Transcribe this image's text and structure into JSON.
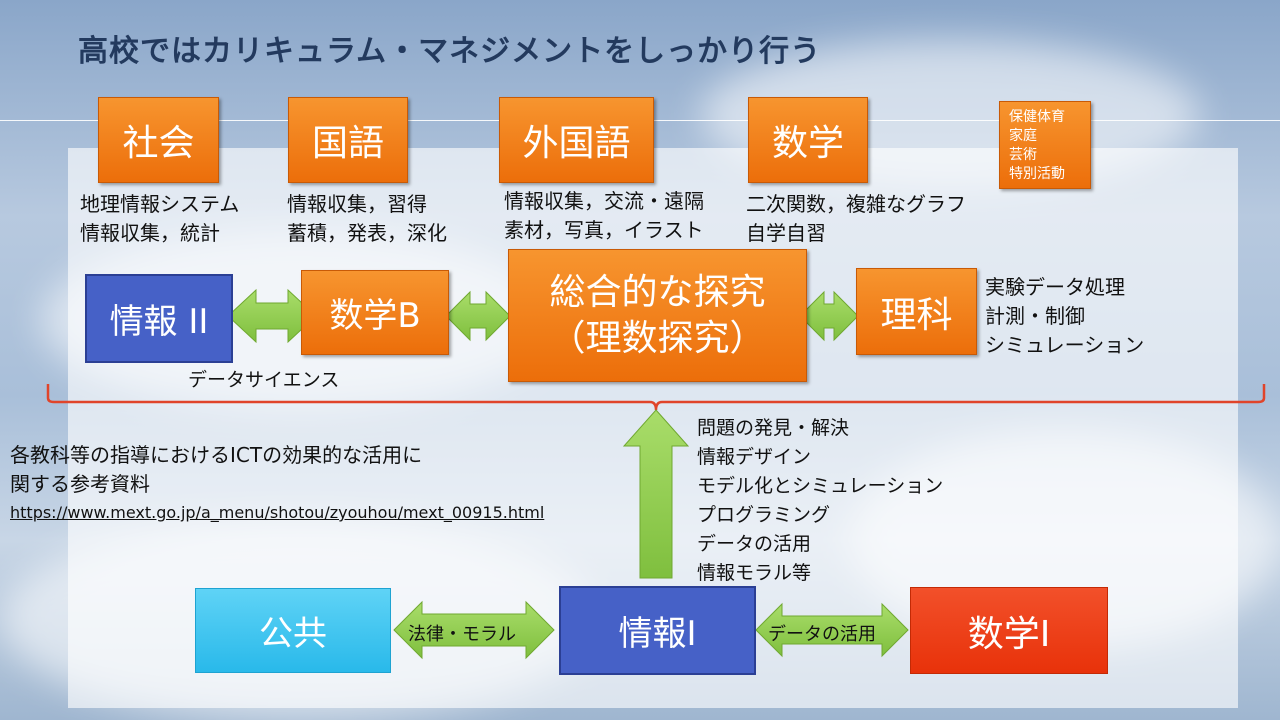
{
  "title": "高校ではカリキュラム・マネジメントをしっかり行う",
  "top_subjects": [
    {
      "label": "社会",
      "note_lines": [
        "地理情報システム",
        "情報収集，統計"
      ]
    },
    {
      "label": "国語",
      "note_lines": [
        "情報収集，習得",
        "蓄積，発表，深化"
      ]
    },
    {
      "label": "外国語",
      "note_lines": [
        "情報収集，交流・遠隔",
        "素材，写真，イラスト"
      ]
    },
    {
      "label": "数学",
      "note_lines": [
        "二次関数，複雑なグラフ",
        "自学自習"
      ]
    }
  ],
  "other_subjects": [
    "保健体育",
    "家庭",
    "芸術",
    "特別活動"
  ],
  "middle_row": {
    "info2": "情報 II",
    "mathb": "数学B",
    "inquiry_line1": "総合的な探究",
    "inquiry_line2": "（理数探究）",
    "science": "理科",
    "data_science": "データサイエンス",
    "science_notes": [
      "実験データ処理",
      "計測・制御",
      "シミュレーション"
    ]
  },
  "reference": {
    "line1": "各教科等の指導におけるICTの効果的な活用に",
    "line2": "関する参考資料",
    "url": "https://www.mext.go.jp/a_menu/shotou/zyouhou/mext_00915.html"
  },
  "info1_topics": [
    "問題の発見・解決",
    "情報デザイン",
    "モデル化とシミュレーション",
    "プログラミング",
    "データの活用",
    "情報モラル等"
  ],
  "bottom_row": {
    "public": "公共",
    "law_moral": "法律・モラル",
    "info1": "情報Ⅰ",
    "data_use": "データの活用",
    "math1": "数学Ⅰ"
  },
  "colors": {
    "orange": "#f07d1a",
    "blue": "#4661c7",
    "cyan": "#3fc3ef",
    "red": "#ec3a12",
    "arrow_green": "#92d050",
    "bracket_red": "#e0442a"
  }
}
